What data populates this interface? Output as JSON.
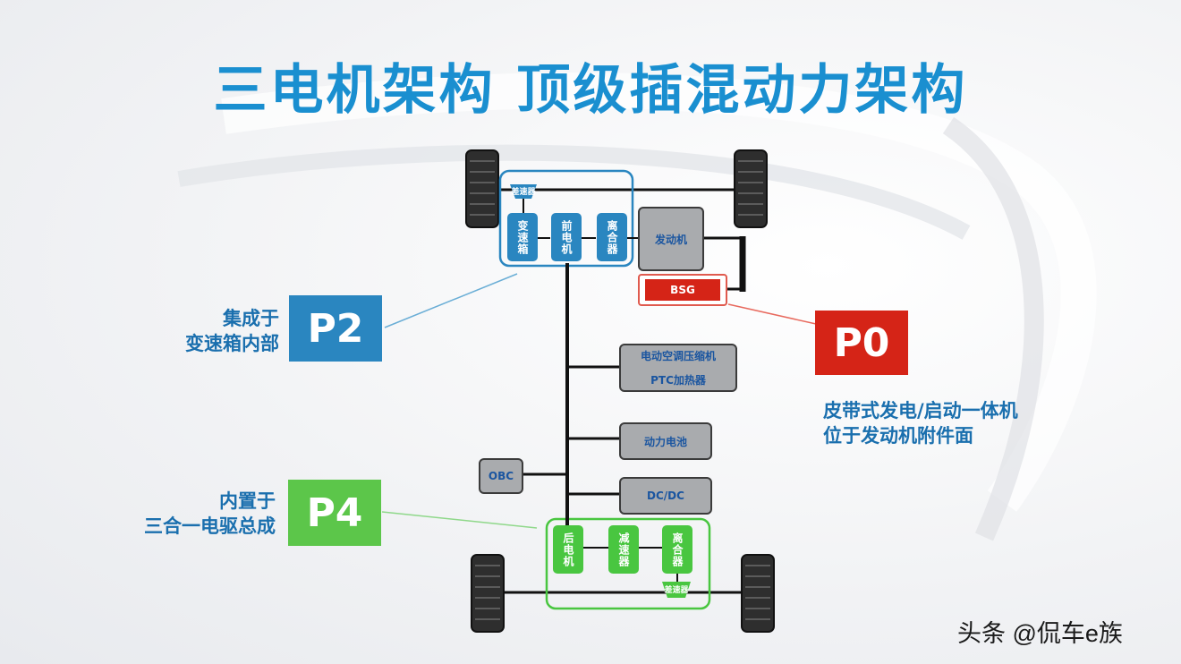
{
  "title": "三电机架构  顶级插混动力架构",
  "p2": {
    "tag": "P2",
    "label_line1": "集成于",
    "label_line2": "变速箱内部"
  },
  "p4": {
    "tag": "P4",
    "label_line1": "内置于",
    "label_line2": "三合一电驱总成"
  },
  "p0": {
    "tag": "P0",
    "label_line1": "皮带式发电/启动一体机",
    "label_line2": "位于发动机附件面"
  },
  "front_unit": {
    "diff": "差速器",
    "gearbox": "变速箱",
    "front_motor": "前电机",
    "clutch": "离合器"
  },
  "engine": "发动机",
  "bsg": "BSG",
  "components": {
    "ac_line1": "电动空调压缩机",
    "ac_line2": "PTC加热器",
    "battery": "动力电池",
    "dcdc": "DC/DC",
    "obc": "OBC"
  },
  "rear_unit": {
    "rear_motor": "后电机",
    "reducer": "减速器",
    "clutch": "离合器",
    "diff": "差速器"
  },
  "watermark": "头条 @侃车e族",
  "colors": {
    "blue": "#2a86c0",
    "green": "#5cc64a",
    "red": "#d52417",
    "gray": "#a9abae"
  }
}
